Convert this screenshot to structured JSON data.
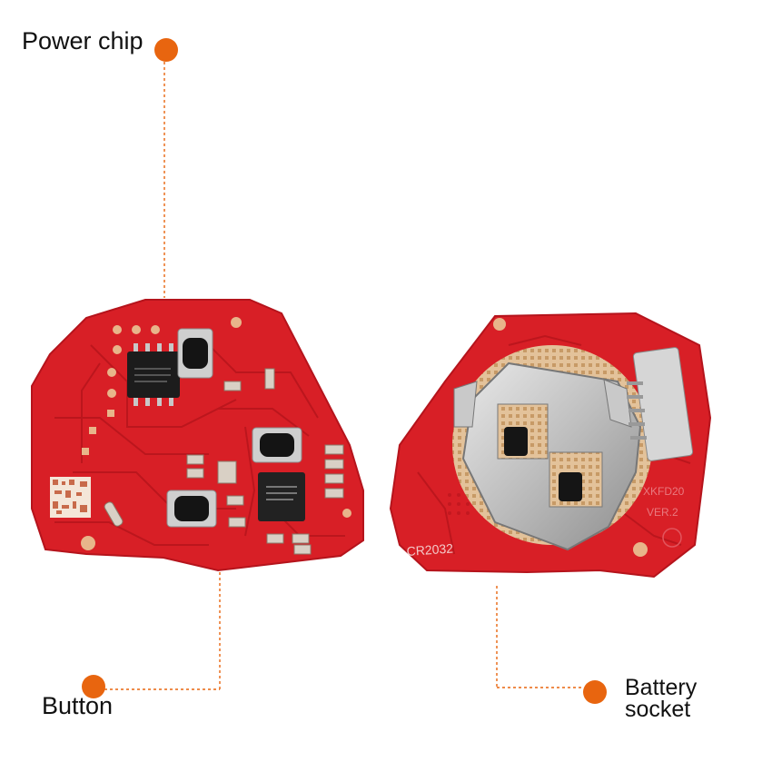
{
  "colors": {
    "accent": "#e8650f",
    "pcb": "#d81f26",
    "pcb_dark": "#b5141c"
  },
  "labels": {
    "power_chip": "Power chip",
    "button": "Button",
    "battery_line1": "Battery",
    "battery_line2": "socket"
  },
  "board_text": {
    "battery_type": "CR2032",
    "model": "XKFD20",
    "version": "VER.2"
  }
}
